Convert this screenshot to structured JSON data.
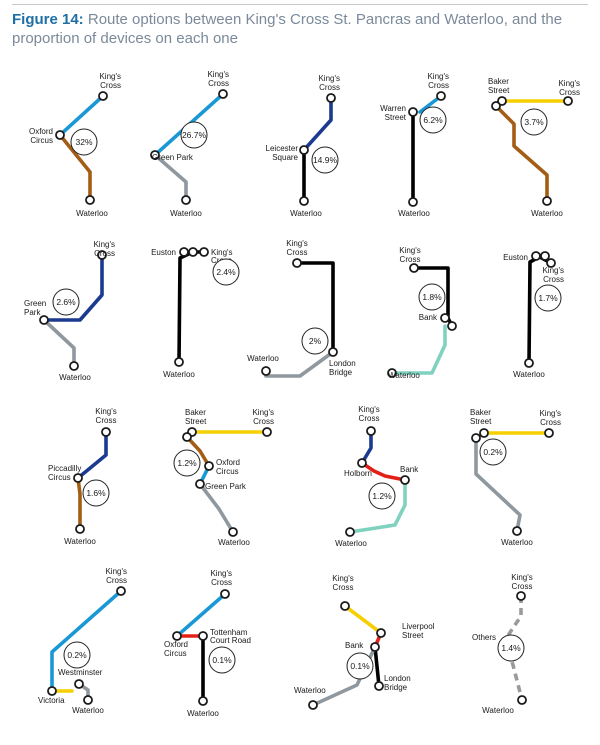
{
  "figure": {
    "label": "Figure 14:",
    "title": "Route options between King's Cross St. Pancras and Waterloo, and the proportion of devices on each one"
  },
  "colors": {
    "piccadilly": "#1a98d5",
    "victoria": "#1a98d5",
    "bakerloo": "#a35d14",
    "jubilee": "#8e989e",
    "northern": "#000000",
    "circle": "#f5cf00",
    "central": "#e32017",
    "waterloo_city": "#7fd1c0",
    "dark_blue": "#1c3a8f",
    "others": "#9a9a9a"
  },
  "routes": [
    {
      "percentage": "32%",
      "labels": [
        "King's",
        "Cross",
        "Oxford",
        "Circus",
        "Waterloo"
      ]
    },
    {
      "percentage": "26.7%",
      "labels": [
        "King's",
        "Cross",
        "Green Park",
        "Waterloo"
      ]
    },
    {
      "percentage": "14.9%",
      "labels": [
        "King's",
        "Cross",
        "Leicester",
        "Square",
        "Waterloo"
      ]
    },
    {
      "percentage": "6.2%",
      "labels": [
        "King's",
        "Cross",
        "Warren",
        "Street",
        "Waterloo"
      ]
    },
    {
      "percentage": "3.7%",
      "labels": [
        "Baker",
        "Street",
        "King's",
        "Cross",
        "Waterloo"
      ]
    },
    {
      "percentage": "2.6%",
      "labels": [
        "King's",
        "Cross",
        "Green",
        "Park",
        "Waterloo"
      ]
    },
    {
      "percentage": "2.4%",
      "labels": [
        "Euston",
        "King's",
        "Cross",
        "Waterloo"
      ]
    },
    {
      "percentage": "2%",
      "labels": [
        "King's",
        "Cross",
        "Waterloo",
        "London",
        "Bridge"
      ]
    },
    {
      "percentage": "1.8%",
      "labels": [
        "King's",
        "Cross",
        "Bank",
        "Waterloo"
      ]
    },
    {
      "percentage": "1.7%",
      "labels": [
        "Euston",
        "King's",
        "Cross",
        "Waterloo"
      ]
    },
    {
      "percentage": "1.6%",
      "labels": [
        "King's",
        "Cross",
        "Piccadilly",
        "Circus",
        "Waterloo"
      ]
    },
    {
      "percentage": "1.2%",
      "labels": [
        "Baker",
        "Street",
        "King's",
        "Cross",
        "Oxford",
        "Circus",
        "Green Park",
        "Waterloo"
      ]
    },
    {
      "percentage": "1.2%",
      "labels": [
        "King's",
        "Cross",
        "Holborn",
        "Bank",
        "Waterloo"
      ]
    },
    {
      "percentage": "0.2%",
      "labels": [
        "Baker",
        "Street",
        "King's",
        "Cross",
        "Waterloo"
      ]
    },
    {
      "percentage": "0.2%",
      "labels": [
        "King's",
        "Cross",
        "Westminster",
        "Victoria",
        "Waterloo"
      ]
    },
    {
      "percentage": "0.1%",
      "labels": [
        "King's",
        "Cross",
        "Oxford",
        "Circus",
        "Tottenham",
        "Court Road",
        "Waterloo"
      ]
    },
    {
      "percentage": "0.1%",
      "labels": [
        "King's",
        "Cross",
        "Liverpool",
        "Street",
        "Bank",
        "London",
        "Bridge",
        "Waterloo"
      ]
    },
    {
      "percentage": "1.4%",
      "labels": [
        "King's",
        "Cross",
        "Others",
        "Waterloo"
      ]
    }
  ]
}
